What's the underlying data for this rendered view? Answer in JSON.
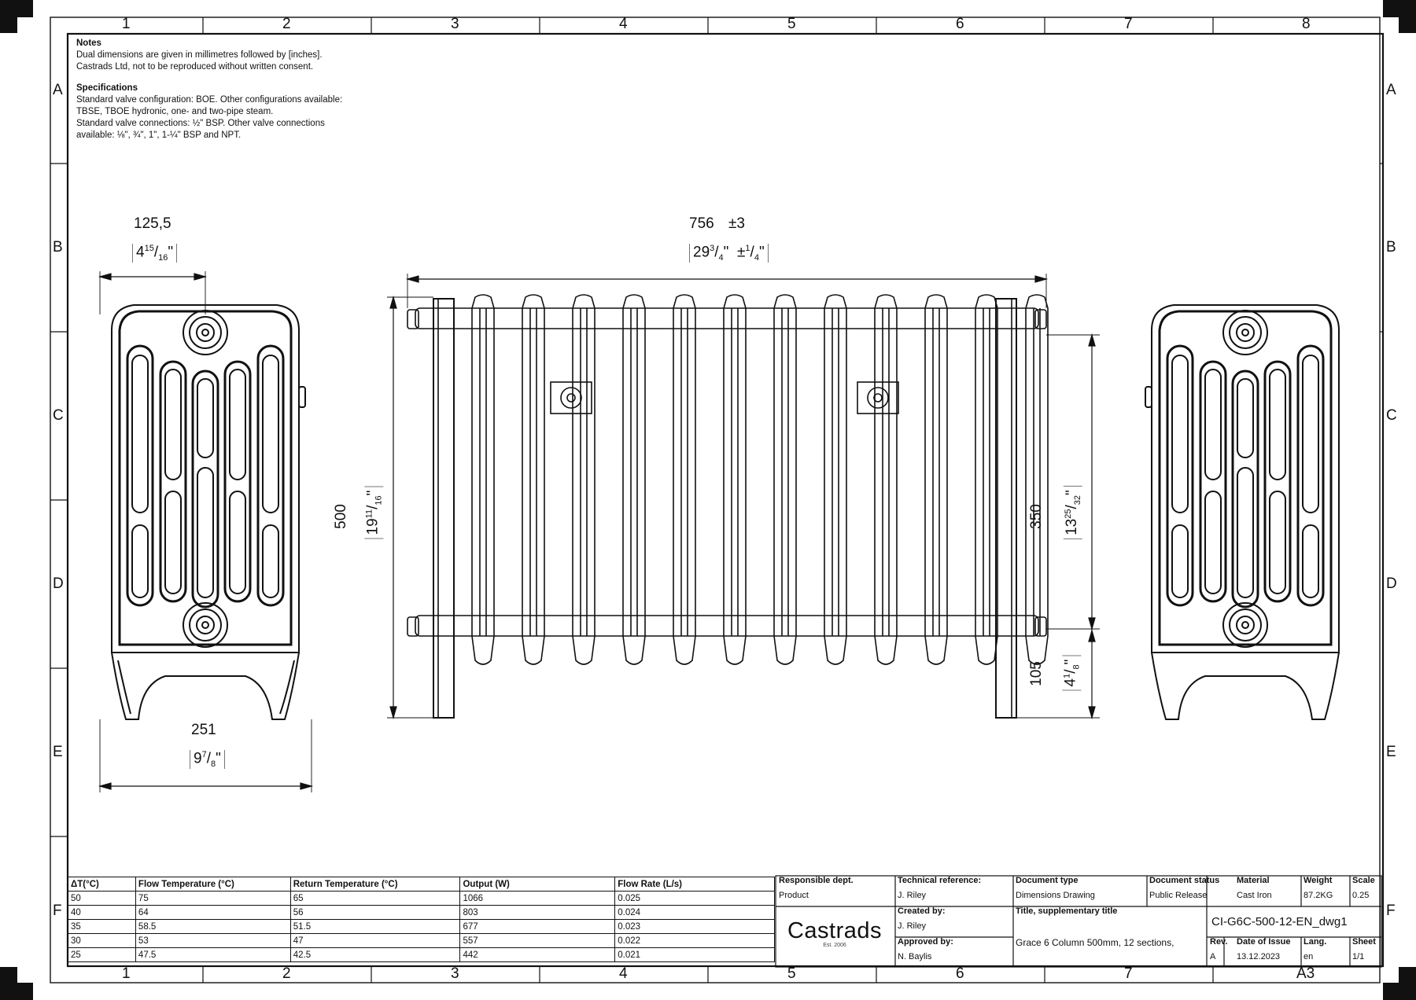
{
  "grid": {
    "columns": [
      "1",
      "2",
      "3",
      "4",
      "5",
      "6",
      "7",
      "8"
    ],
    "rows": [
      "A",
      "B",
      "C",
      "D",
      "E",
      "F"
    ]
  },
  "notes": {
    "notes_heading": "Notes",
    "notes_lines": [
      "Dual dimensions are given in millimetres followed by [inches].",
      "Castrads Ltd, not to be reproduced without written consent."
    ],
    "spec_heading": "Specifications",
    "spec_lines": [
      "Standard valve configuration: BOE. Other configurations available:",
      "TBSE, TBOE hydronic, one- and two-pipe steam.",
      "Standard valve connections: ½\" BSP. Other valve connections",
      "available: ⅛\", ¾\", 1\", 1-¼\" BSP and NPT."
    ]
  },
  "dimensions": {
    "side_top_mm": "125,5",
    "side_top_in_whole": "4",
    "side_top_in_num": "15",
    "side_top_in_den": "16",
    "width_mm": "756",
    "width_tol_mm": "±3",
    "width_in_whole": "29",
    "width_in_num": "3",
    "width_in_den": "4",
    "width_tol_in_num": "1",
    "width_tol_in_den": "4",
    "height_mm": "500",
    "height_in_whole": "19",
    "height_in_num": "11",
    "height_in_den": "16",
    "centres_mm": "350",
    "centres_in_whole": "13",
    "centres_in_num": "25",
    "centres_in_den": "32",
    "bottom_mm": "105",
    "bottom_in_whole": "4",
    "bottom_in_num": "1",
    "bottom_in_den": "8",
    "depth_mm": "251",
    "depth_in_whole": "9",
    "depth_in_num": "7",
    "depth_in_den": "8"
  },
  "performance_table": {
    "headers": [
      "ΔT(°C)",
      "Flow Temperature (°C)",
      "Return Temperature (°C)",
      "Output (W)",
      "Flow Rate (L/s)"
    ],
    "rows": [
      [
        "50",
        "75",
        "65",
        "1066",
        "0.025"
      ],
      [
        "40",
        "64",
        "56",
        "803",
        "0.024"
      ],
      [
        "35",
        "58.5",
        "51.5",
        "677",
        "0.023"
      ],
      [
        "30",
        "53",
        "47",
        "557",
        "0.022"
      ],
      [
        "25",
        "47.5",
        "42.5",
        "442",
        "0.021"
      ]
    ]
  },
  "title_block": {
    "responsible_dept_label": "Responsible dept.",
    "responsible_dept": "Product",
    "technical_reference_label": "Technical reference:",
    "technical_reference": "J. Riley",
    "document_type_label": "Document type",
    "document_type": "Dimensions Drawing",
    "document_status_label": "Document status",
    "document_status": "Public Release",
    "material_label": "Material",
    "material": "Cast Iron",
    "weight_label": "Weight",
    "weight": "87.2KG",
    "scale_label": "Scale",
    "scale": "0.25",
    "created_by_label": "Created by:",
    "created_by": "J. Riley",
    "approved_by_label": "Approved by:",
    "approved_by": "N. Baylis",
    "title_label": "Title, supplementary title",
    "title": "Grace 6 Column 500mm, 12 sections,",
    "drawing_number": "CI-G6C-500-12-EN_dwg1",
    "rev_label": "Rev.",
    "rev": "A",
    "date_label": "Date of Issue",
    "date": "13.12.2023",
    "lang_label": "Lang.",
    "lang": "en",
    "sheet_label": "Sheet",
    "sheet": "1/1",
    "paper_size": "A3",
    "logo_name": "Castrads",
    "logo_est": "Est. 2006"
  }
}
